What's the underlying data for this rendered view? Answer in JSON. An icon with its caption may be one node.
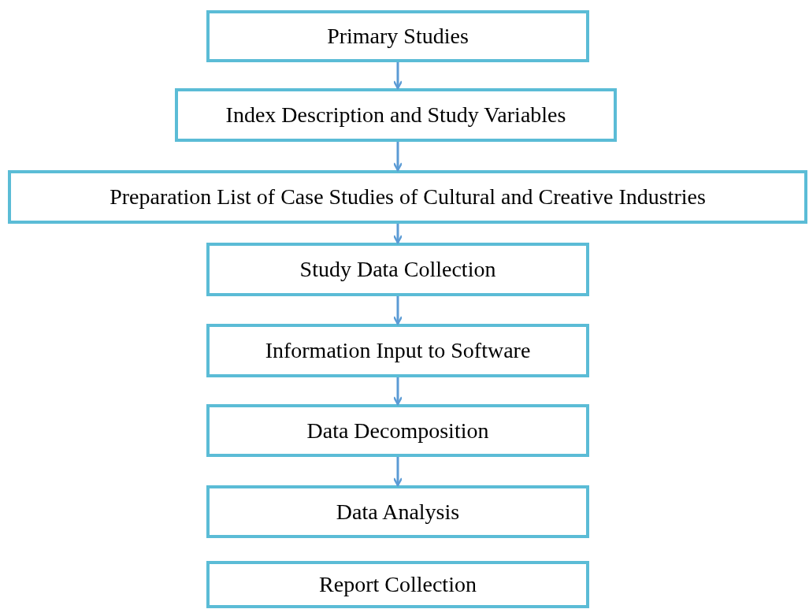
{
  "diagram": {
    "nodes": [
      {
        "text": [
          "Primary Studies"
        ]
      },
      {
        "text": [
          "Index Description and Study Variables"
        ]
      },
      {
        "text": [
          "Preparation List of Case Studies of Cultural and Creative Industries"
        ]
      },
      {
        "text": [
          "Study Data Collection"
        ]
      },
      {
        "text": [
          "Information Input to Software"
        ]
      },
      {
        "text": [
          "Data Decomposition"
        ]
      },
      {
        "text": [
          "Data Analysis"
        ]
      },
      {
        "text": [
          "Report Collection"
        ]
      }
    ],
    "edges": [
      {
        "from": 0,
        "to": 1,
        "arrow": "to"
      },
      {
        "from": 1,
        "to": 2,
        "arrow": "to"
      },
      {
        "from": 2,
        "to": 3,
        "arrow": "to"
      },
      {
        "from": 3,
        "to": 4,
        "arrow": "to"
      },
      {
        "from": 4,
        "to": 5,
        "arrow": "to"
      },
      {
        "from": 5,
        "to": 6,
        "arrow": "to"
      }
    ]
  }
}
